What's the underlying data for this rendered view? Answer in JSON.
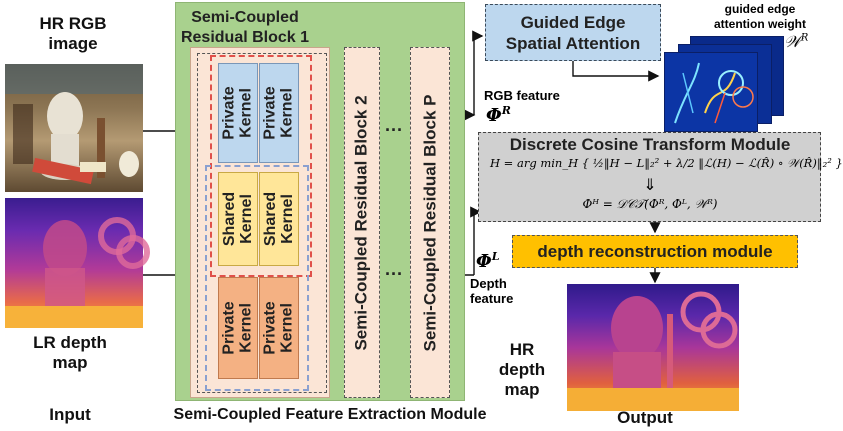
{
  "inputs": {
    "hr_rgb_label": "HR RGB image",
    "lr_depth_label": "LR depth map",
    "column_label": "Input"
  },
  "extraction": {
    "title": "Semi-Coupled Residual Block 1",
    "block2_label": "Semi-Coupled Residual Block 2",
    "blockP_label": "Semi-Coupled Residual Block P",
    "dots": "···",
    "module_label": "Semi-Coupled Feature Extraction Module",
    "kernels": {
      "private": "Private Kernel",
      "shared": "Shared Kernel"
    }
  },
  "guided": {
    "title": "Guided Edge Spatial Attention",
    "weight_label": "guided edge attention weight",
    "weight_symbol": "𝒲",
    "weight_sup": "R"
  },
  "features": {
    "rgb_label": "RGB feature",
    "rgb_symbol": "Φ",
    "rgb_sup": "R",
    "depth_label": "Depth feature",
    "depth_symbol": "Φ",
    "depth_sup": "L"
  },
  "dct": {
    "title": "Discrete Cosine Transform Module",
    "eq1": "H = arg min_H { ½‖H − L‖₂² + λ/2 ‖ℒ(H) − ℒ(R̂) ∘ 𝒲(R̂)‖₂² }",
    "arrow": "⇓",
    "eq2": "Φᴴ = 𝒟𝒞𝒯(Φᴿ, Φᴸ, 𝒲ᴿ)"
  },
  "recon": {
    "title": "depth reconstruction module"
  },
  "output": {
    "hr_depth_label": "HR depth map",
    "column_label": "Output"
  },
  "colors": {
    "green_panel": "#a9d18e",
    "block_fill": "#fbe5d6",
    "private_blue": "#bdd7ee",
    "shared_yellow": "#ffe699",
    "private_orange": "#f4b183",
    "guided_fill": "#bdd7ee",
    "dct_fill": "#d0d0d0",
    "recon_fill": "#ffc000"
  }
}
